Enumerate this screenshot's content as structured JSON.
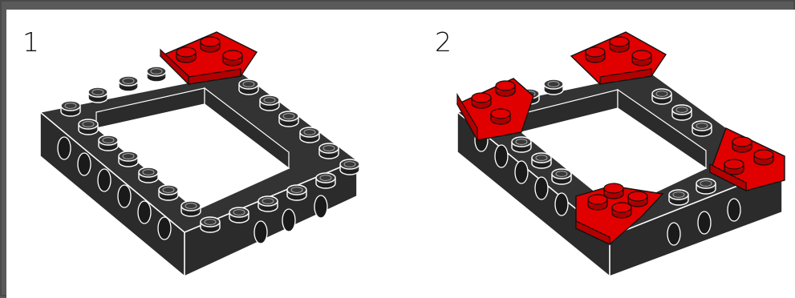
{
  "steps": [
    {
      "number": "1"
    },
    {
      "number": "2"
    }
  ],
  "colors": {
    "frame_dark": "#4a4a4a",
    "brick_black": "#2b2b2b",
    "brick_edge": "#ffffff",
    "plate_red": "#e00000",
    "plate_red_dark": "#b30000"
  },
  "icons": [
    "technic-brick-frame",
    "red-wedge-plate"
  ]
}
